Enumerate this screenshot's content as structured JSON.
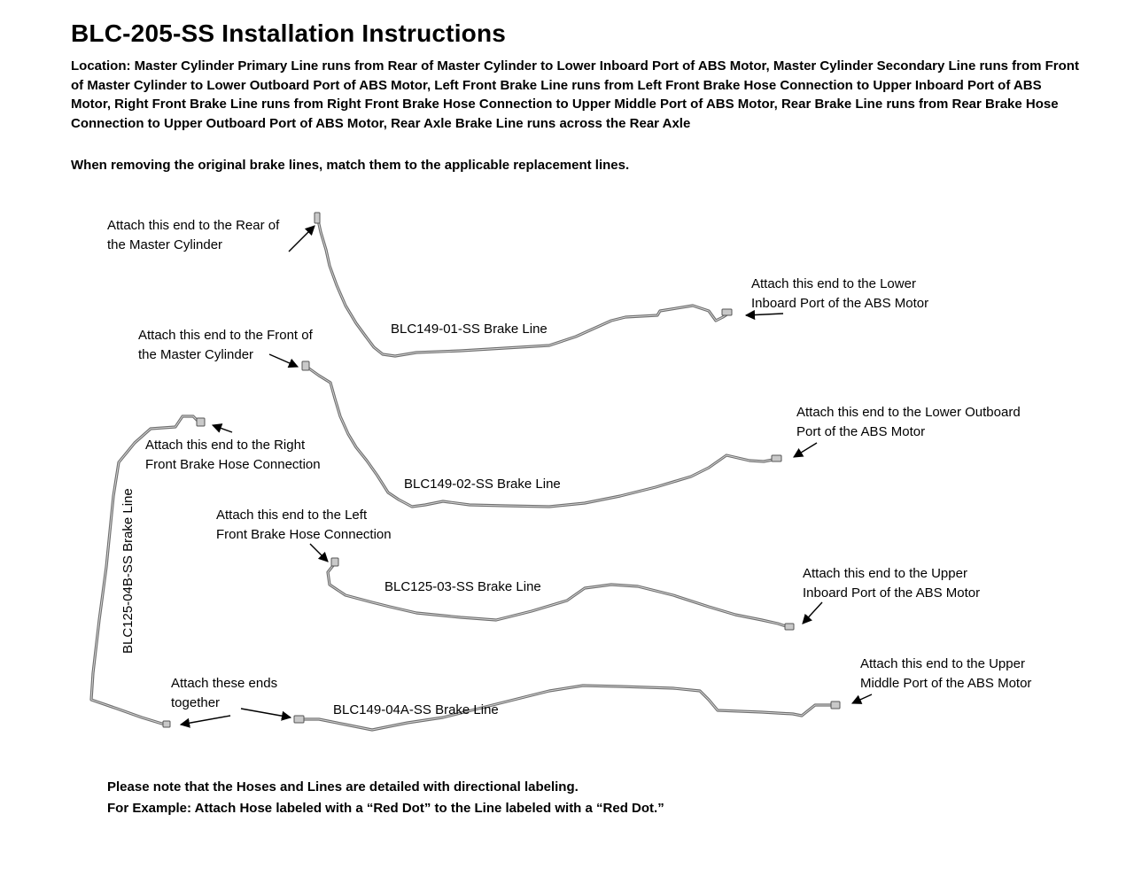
{
  "header": {
    "title": "BLC-205-SS Installation Instructions",
    "location": "Location: Master Cylinder Primary Line runs from Rear of Master Cylinder to Lower Inboard Port of ABS Motor, Master Cylinder Secondary Line runs from Front of Master Cylinder to Lower Outboard Port of ABS Motor, Left Front Brake Line runs from Left Front Brake Hose Connection to Upper Inboard Port of ABS Motor, Right Front Brake Line runs from Right Front Brake Hose Connection to Upper Middle Port of ABS Motor, Rear Brake Line runs from Rear Brake Hose Connection to Upper Outboard Port of ABS Motor, Rear Axle Brake Line runs across the Rear Axle",
    "note": "When removing the original brake lines, match them to the applicable replacement lines."
  },
  "labels": {
    "rear_mc": [
      "Attach this end to the Rear of",
      "the Master Cylinder"
    ],
    "front_mc": [
      "Attach this end to the Front of",
      "the Master Cylinder"
    ],
    "lower_inboard": [
      "Attach this end to the Lower",
      "Inboard Port of the ABS Motor"
    ],
    "lower_outboard": [
      "Attach this end to the Lower Outboard",
      "Port of the ABS Motor"
    ],
    "right_front": [
      "Attach this end to the Right",
      "Front Brake Hose Connection"
    ],
    "left_front": [
      "Attach this end to the Left",
      "Front Brake Hose Connection"
    ],
    "upper_inboard": [
      "Attach this end to the Upper",
      "Inboard Port of the ABS Motor"
    ],
    "upper_middle": [
      "Attach this end to the Upper",
      "Middle Port of the ABS Motor"
    ],
    "together": [
      "Attach these ends",
      "together"
    ]
  },
  "parts": {
    "p01": "BLC149-01-SS Brake Line",
    "p02": "BLC149-02-SS Brake Line",
    "p03": "BLC125-03-SS Brake Line",
    "p04a": "BLC149-04A-SS Brake Line",
    "p04b": "BLC125-04B-SS Brake Line"
  },
  "footer": {
    "line1": "Please note that the Hoses and Lines are detailed with directional labeling.",
    "line2": "For Example: Attach Hose labeled with a “Red Dot” to the Line labeled with a “Red Dot.”"
  },
  "colors": {
    "tube": "#6e6e6e",
    "tube_highlight": "#d4d4d4",
    "fitting": "#c9c9c9"
  }
}
